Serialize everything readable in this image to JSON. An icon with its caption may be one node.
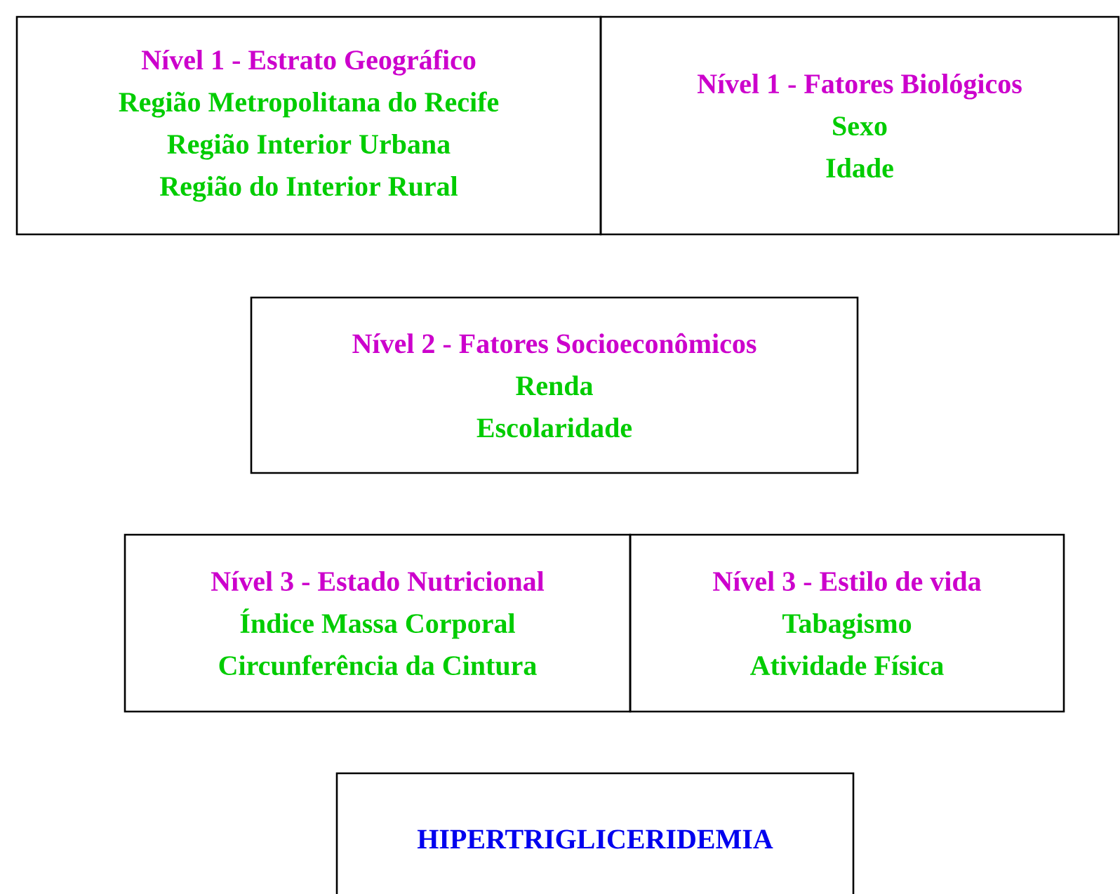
{
  "diagram": {
    "nodes": [
      {
        "text": [
          "Nível 1 -  Estrato Geográfico",
          "Região Metropolitana do Recife",
          "Região  Interior Urbana",
          "Região do Interior Rural"
        ]
      },
      {
        "text": [
          "Nível 1 -  Fatores Biológicos",
          "Sexo",
          "Idade"
        ]
      },
      {
        "text": [
          "Nível 2 - Fatores Socioeconômicos",
          "Renda",
          "Escolaridade"
        ]
      },
      {
        "text": [
          "Nível 3 -  Estado Nutricional",
          "Índice Massa Corporal",
          "Circunferência da Cintura"
        ]
      },
      {
        "text": [
          "Nível 3 - Estilo de vida",
          "Tabagismo",
          "Atividade Física"
        ]
      },
      {
        "text": [
          "HIPERTRIGLICERIDEMIA"
        ]
      }
    ]
  }
}
